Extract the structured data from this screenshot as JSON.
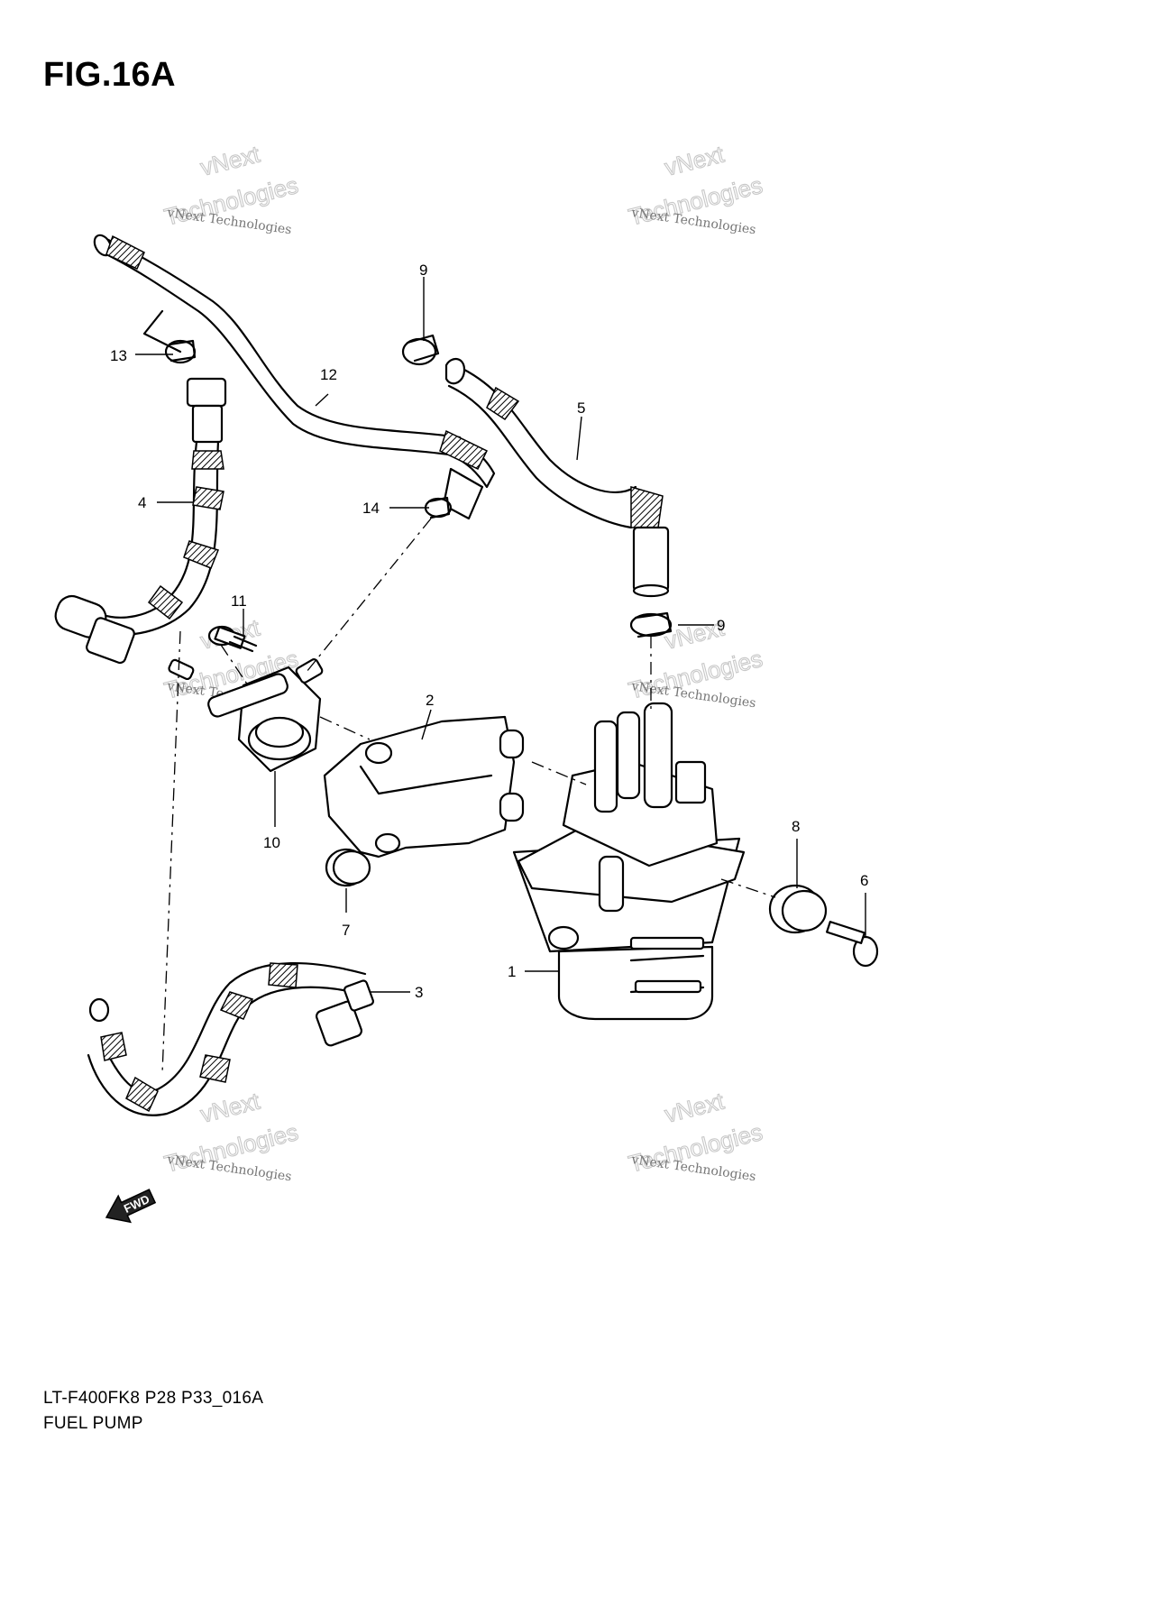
{
  "figure": {
    "title": "FIG.16A",
    "code": "LT-F400FK8 P28 P33_016A",
    "name": "FUEL PUMP"
  },
  "watermark": {
    "line1": "vNext Technologies",
    "line2_a": "vNext",
    "line2_b": "Technologies"
  },
  "fwd_label": "FWD",
  "callouts": [
    {
      "id": "1",
      "text": "1"
    },
    {
      "id": "2",
      "text": "2"
    },
    {
      "id": "3",
      "text": "3"
    },
    {
      "id": "4",
      "text": "4"
    },
    {
      "id": "5",
      "text": "5"
    },
    {
      "id": "6",
      "text": "6"
    },
    {
      "id": "7",
      "text": "7"
    },
    {
      "id": "8",
      "text": "8"
    },
    {
      "id": "9a",
      "text": "9"
    },
    {
      "id": "9b",
      "text": "9"
    },
    {
      "id": "10",
      "text": "10"
    },
    {
      "id": "11",
      "text": "11"
    },
    {
      "id": "12",
      "text": "12"
    },
    {
      "id": "13",
      "text": "13"
    },
    {
      "id": "14",
      "text": "14"
    }
  ]
}
